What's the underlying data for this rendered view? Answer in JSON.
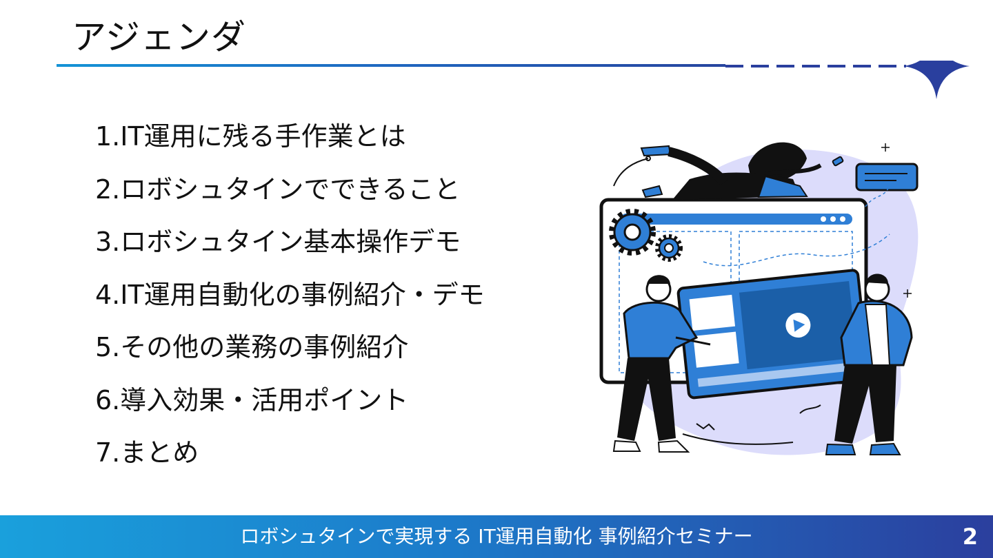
{
  "slide": {
    "title": "アジェンダ",
    "agenda": [
      "1.IT運用に残る手作業とは",
      "2.ロボシュタインでできること",
      "3.ロボシュタイン基本操作デモ",
      "4.IT運用自動化の事例紹介・デモ",
      "5.その他の業務の事例紹介",
      "6.導入効果・活用ポイント",
      "7.まとめ"
    ]
  },
  "footer": {
    "text": "ロボシュタインで実現する IT運用自動化 事例紹介セミナー",
    "page_number": "2"
  },
  "colors": {
    "accent_blue": "#1f67c0",
    "navy": "#27459f",
    "illustration_blue": "#2f7fd6",
    "lavender": "#dcdcfb"
  },
  "icons": [
    "star-sparkle-icon",
    "gear-icon",
    "play-icon"
  ]
}
